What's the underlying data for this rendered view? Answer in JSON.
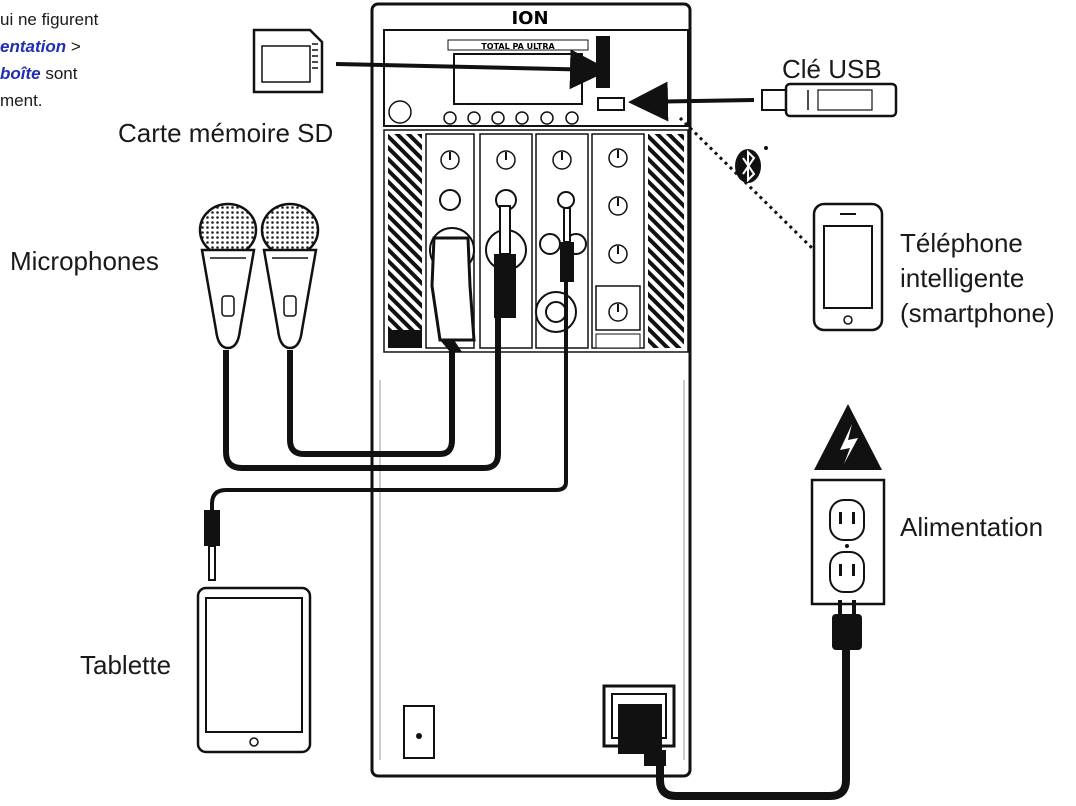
{
  "note": {
    "line1": "ui ne figurent",
    "line2_em": "entation",
    "line2_rest": " >",
    "line3_em": "boîte",
    "line3_rest": " sont",
    "line4": "ment."
  },
  "brand": "ION",
  "panel_title": "TOTAL PA ULTRA",
  "labels": {
    "sd_card": "Carte mémoire SD",
    "usb_key": "Clé USB",
    "microphones": "Microphones",
    "phone_line1": "Téléphone",
    "phone_line2": "intelligente",
    "phone_line3": "(smartphone)",
    "power": "Alimentation",
    "tablet": "Tablette"
  },
  "colors": {
    "ink": "#111111",
    "note_emphasis": "#1f2fb5"
  },
  "icons": [
    "bluetooth-icon",
    "high-voltage-warning-icon",
    "sd-card-icon",
    "usb-key-icon"
  ]
}
